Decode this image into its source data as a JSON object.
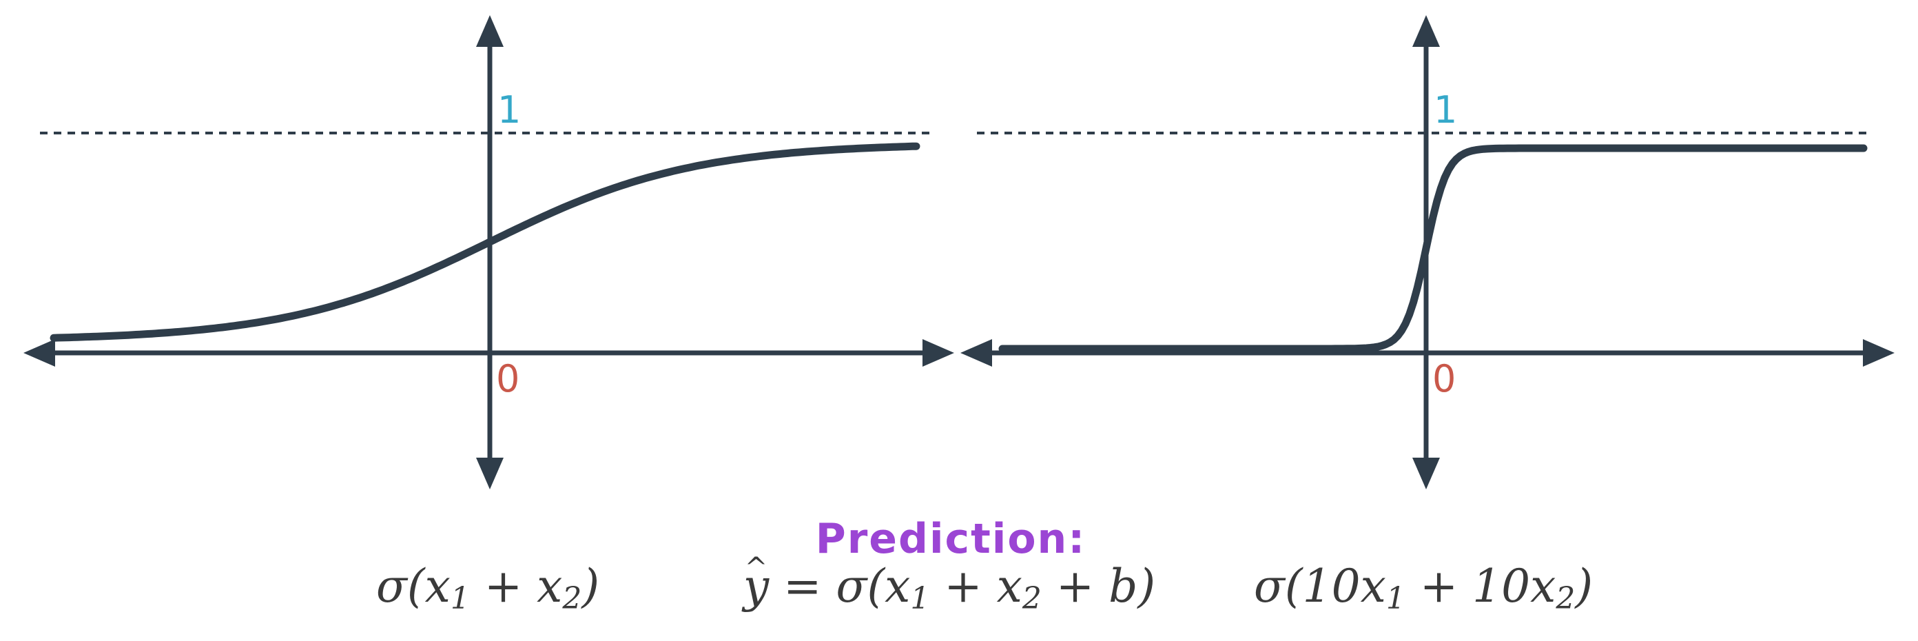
{
  "colors": {
    "axis": "#2f3d4a",
    "curve": "#2f3d4a",
    "tick_one": "#35a8c9",
    "tick_zero": "#c9584a",
    "prediction": "#9b45d4",
    "formula": "#3a3a3a"
  },
  "left_plot": {
    "tick_one": "1",
    "tick_zero": "0",
    "caption": {
      "prefix": "σ(x",
      "sub1": "1",
      "middle": " + x",
      "sub2": "2",
      "suffix": ")"
    }
  },
  "right_plot": {
    "tick_one": "1",
    "tick_zero": "0",
    "caption": {
      "prefix": "σ(10x",
      "sub1": "1",
      "middle": " + 10x",
      "sub2": "2",
      "suffix": ")"
    }
  },
  "prediction": {
    "label": "Prediction:",
    "formula": {
      "hat_var": "y",
      "eq_prefix": " = σ(x",
      "sub1": "1",
      "middle": " + x",
      "sub2": "2",
      "suffix": " + b)"
    }
  }
}
